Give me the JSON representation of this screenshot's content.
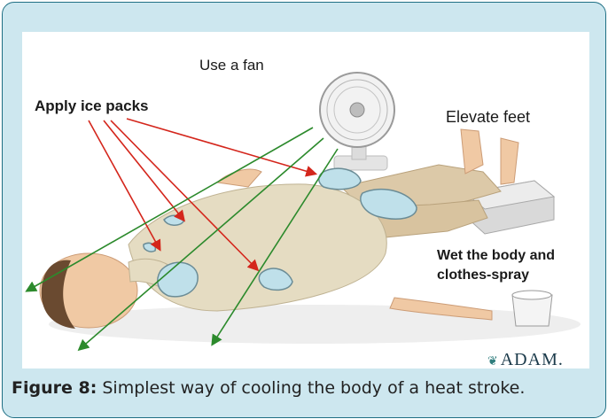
{
  "figure": {
    "labels": {
      "use_fan": "Use a fan",
      "apply_ice": "Apply ice packs",
      "elevate_feet": "Elevate feet",
      "wet_body_line1": "Wet the body and",
      "wet_body_line2": "clothes-spray"
    },
    "logo_text": "ADAM.",
    "logo_icon": "leaf-icon"
  },
  "caption": {
    "label": "Figure 8:",
    "text": " Simplest way of cooling the body of a heat stroke."
  },
  "colors": {
    "frame_border": "#1f6f84",
    "frame_bg": "#cde7ef",
    "ice_pack": "#bfe0ea",
    "arrow_red": "#d4261c",
    "arrow_green": "#2c8a2c"
  }
}
